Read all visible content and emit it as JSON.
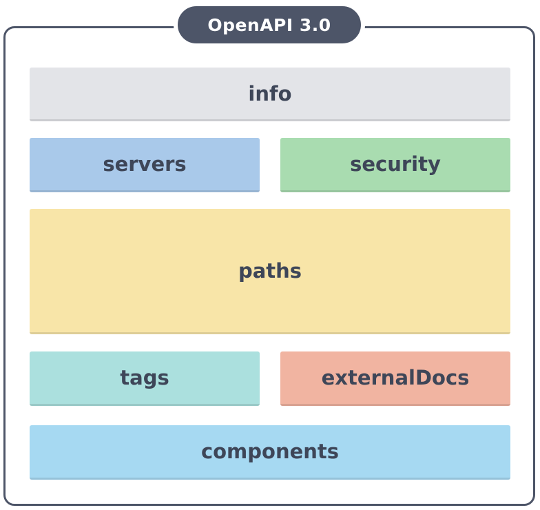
{
  "diagram": {
    "title": "OpenAPI 3.0",
    "sections": {
      "info": {
        "label": "info",
        "color": "#e3e4e8"
      },
      "servers": {
        "label": "servers",
        "color": "#a9c9ea"
      },
      "security": {
        "label": "security",
        "color": "#a9dcb0"
      },
      "paths": {
        "label": "paths",
        "color": "#f8e5a8"
      },
      "tags": {
        "label": "tags",
        "color": "#abe0de"
      },
      "externalDocs": {
        "label": "externalDocs",
        "color": "#f1b4a1"
      },
      "components": {
        "label": "components",
        "color": "#a6d9f2"
      }
    },
    "frame_color": "#4d5568",
    "text_color": "#3e4658"
  }
}
